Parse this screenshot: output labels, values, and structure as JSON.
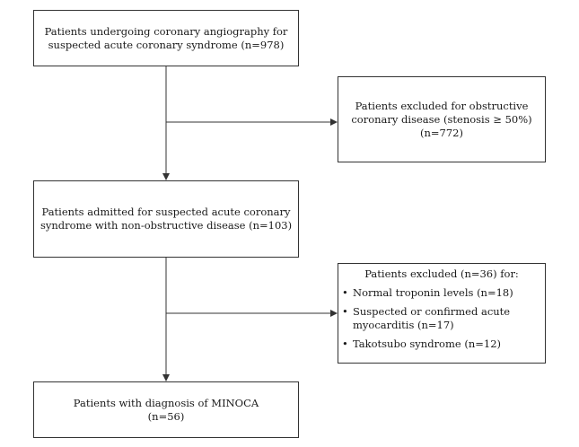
{
  "nodes": {
    "n1": {
      "lines": [
        "Patients undergoing coronary angiography for",
        "suspected acute coronary syndrome (n=978)"
      ]
    },
    "n2": {
      "lines": [
        "Patients excluded for obstructive",
        "coronary disease (stenosis ≥ 50%)",
        "(n=772)"
      ]
    },
    "n3": {
      "lines": [
        "Patients admitted for suspected acute coronary",
        "syndrome with non-obstructive disease (n=103)"
      ]
    },
    "n4": {
      "title": "Patients excluded (n=36) for:",
      "bullet": "•",
      "items": [
        {
          "lines": [
            "Normal troponin levels (n=18)"
          ]
        },
        {
          "lines": [
            "Suspected or confirmed acute",
            "myocarditis (n=17)"
          ]
        },
        {
          "lines": [
            "Takotsubo syndrome (n=12)"
          ]
        }
      ]
    },
    "n5": {
      "lines": [
        "Patients with diagnosis of MINOCA",
        "(n=56)"
      ]
    }
  }
}
